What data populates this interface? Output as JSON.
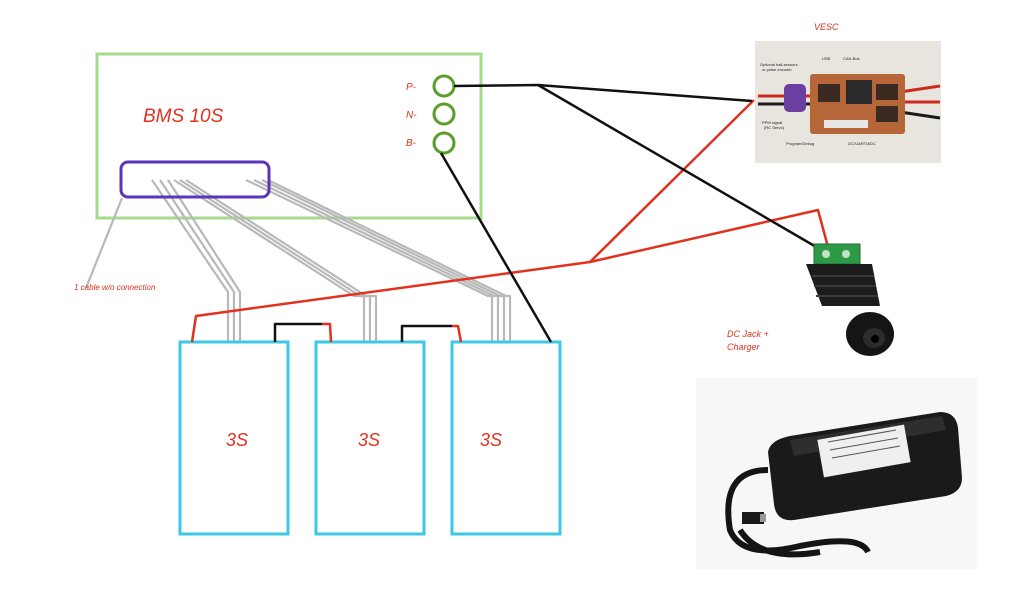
{
  "bms": {
    "title": "BMS 10S",
    "pins": [
      "P-",
      "N-",
      "B-"
    ]
  },
  "packs": [
    "3S",
    "3S",
    "3S"
  ],
  "notes": {
    "unconnected": "1 cable w/o connection",
    "dc_jack_line1": "DC Jack +",
    "dc_jack_line2": "Charger"
  },
  "vesc": {
    "title": "VESC",
    "board_labels": [
      "Optional hall-sensors",
      "or pulse encoder",
      "USB",
      "CAN-Bus",
      "PPM signal",
      "(RC Servo)",
      "Program/Debug",
      "I2C/UART/ADC"
    ]
  },
  "colors": {
    "bms_box": "#a6db8c",
    "pin_ring": "#5a9e2a",
    "pack_box": "#3ec7e6",
    "connector": "#5b35b8",
    "balance_wire": "#b8b8b8",
    "positive_wire": "#e0321e",
    "negative_wire": "#111111",
    "label": "#e0321e"
  }
}
